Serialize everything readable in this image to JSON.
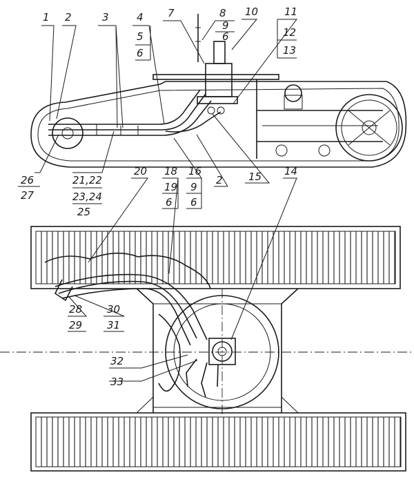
{
  "callouts_top": [
    {
      "id": "c1",
      "text": "1"
    },
    {
      "id": "c2a",
      "text": "2"
    },
    {
      "id": "c3",
      "text": "3"
    },
    {
      "id": "c4",
      "text": "4"
    },
    {
      "id": "c5",
      "text": "5"
    },
    {
      "id": "c6a",
      "text": "6"
    },
    {
      "id": "c7",
      "text": "7"
    },
    {
      "id": "c8",
      "text": "8"
    },
    {
      "id": "c9a",
      "text": "9"
    },
    {
      "id": "c6b",
      "text": "6"
    },
    {
      "id": "c10",
      "text": "10"
    },
    {
      "id": "c11",
      "text": "11"
    },
    {
      "id": "c12",
      "text": "12"
    },
    {
      "id": "c13",
      "text": "13"
    }
  ],
  "callouts_middle": [
    {
      "id": "c26",
      "text": "26"
    },
    {
      "id": "c27",
      "text": "27"
    },
    {
      "id": "c21_22",
      "text": "21,22"
    },
    {
      "id": "c23_24",
      "text": "23,24"
    },
    {
      "id": "c25",
      "text": "25"
    },
    {
      "id": "c20",
      "text": "20"
    },
    {
      "id": "c18",
      "text": "18"
    },
    {
      "id": "c19",
      "text": "19"
    },
    {
      "id": "c6c",
      "text": "6"
    },
    {
      "id": "c16",
      "text": "16"
    },
    {
      "id": "c9b",
      "text": "9"
    },
    {
      "id": "c6d",
      "text": "6"
    },
    {
      "id": "c2b",
      "text": "2"
    },
    {
      "id": "c15",
      "text": "15"
    },
    {
      "id": "c14",
      "text": "14"
    }
  ],
  "callouts_bottom": [
    {
      "id": "c28",
      "text": "28"
    },
    {
      "id": "c29",
      "text": "29"
    },
    {
      "id": "c30",
      "text": "30"
    },
    {
      "id": "c31",
      "text": "31"
    },
    {
      "id": "c32",
      "text": "32"
    },
    {
      "id": "c33",
      "text": "33"
    }
  ]
}
